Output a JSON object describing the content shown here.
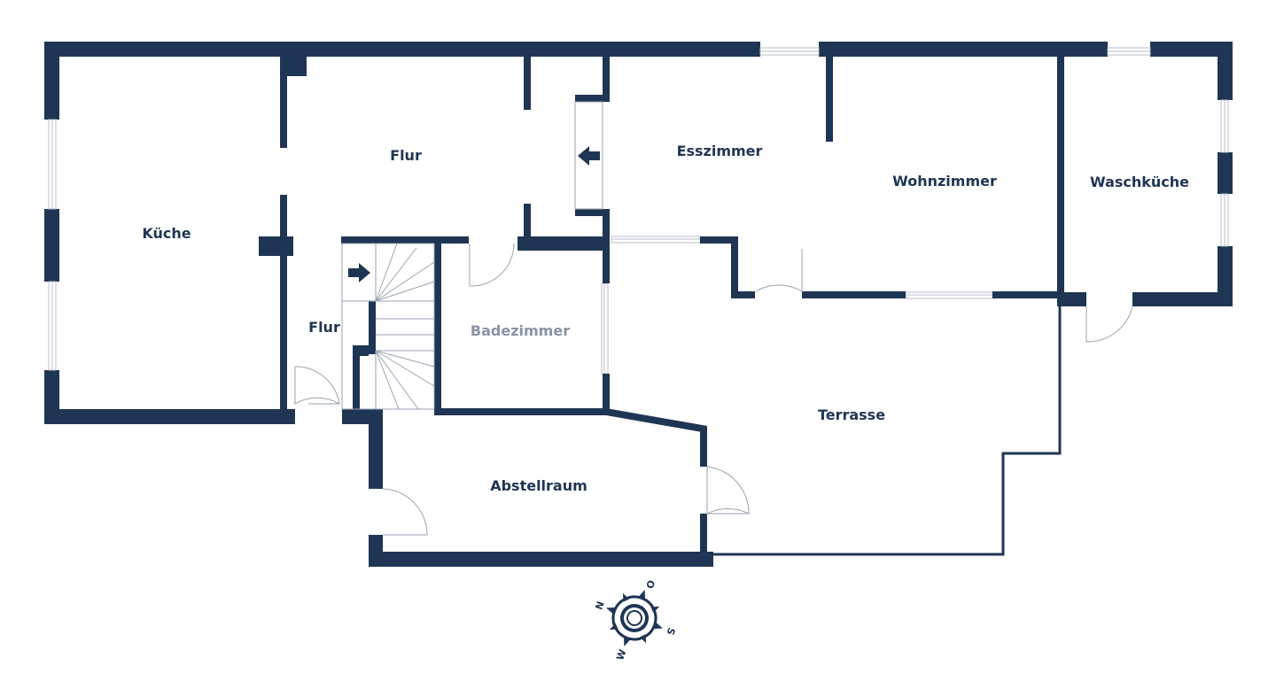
{
  "plan": {
    "rooms": {
      "kueche": "Küche",
      "flur_top": "Flur",
      "flur_left": "Flur",
      "esszimmer": "Esszimmer",
      "wohnzimmer": "Wohnzimmer",
      "waschkueche": "Waschküche",
      "badezimmer": "Badezimmer",
      "terrasse": "Terrasse",
      "abstellraum": "Abstellraum"
    },
    "colors": {
      "wall": "#1f3554",
      "label": "#1f3554",
      "label_muted": "#8a93a3",
      "window": "#b7bec9"
    },
    "compass": {
      "north": "N",
      "east": "O",
      "south": "S",
      "west": "W"
    }
  }
}
